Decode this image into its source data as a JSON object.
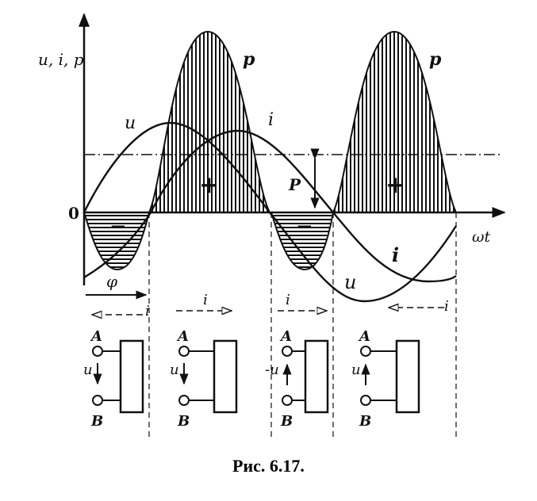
{
  "figure": {
    "y_axis_label": "u, i, p",
    "x_axis_label": "ωt",
    "origin_label": "0",
    "curve_labels": {
      "u": "u",
      "i": "i",
      "p": "p"
    },
    "phase_label": "φ",
    "positive_sign": "+",
    "negative_sign": "−",
    "average_power_label": "P",
    "current_direction_label": "i",
    "terminal_a": "A",
    "terminal_b": "B",
    "voltage_labels": [
      "u",
      "u",
      "-u",
      "u"
    ]
  },
  "caption": "Рис. 6.17."
}
